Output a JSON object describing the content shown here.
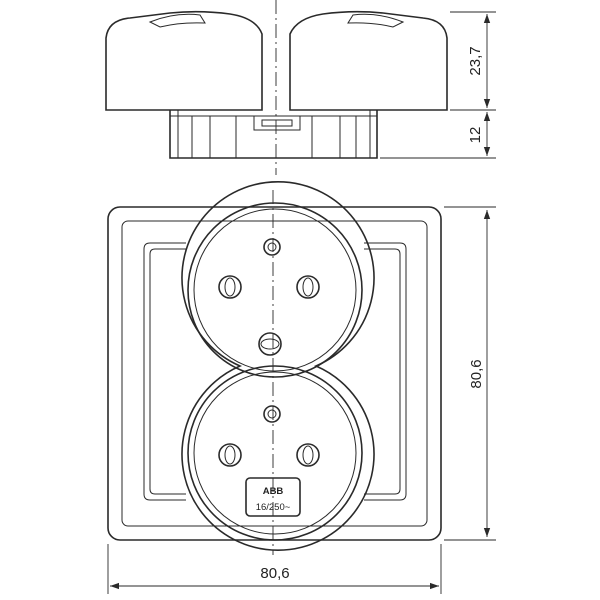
{
  "dimensions": {
    "side_height_top": "23,7",
    "side_height_bottom": "12",
    "front_height": "80,6",
    "front_width": "80,6"
  },
  "label": {
    "brand": "ABB",
    "rating": "16/250~"
  }
}
